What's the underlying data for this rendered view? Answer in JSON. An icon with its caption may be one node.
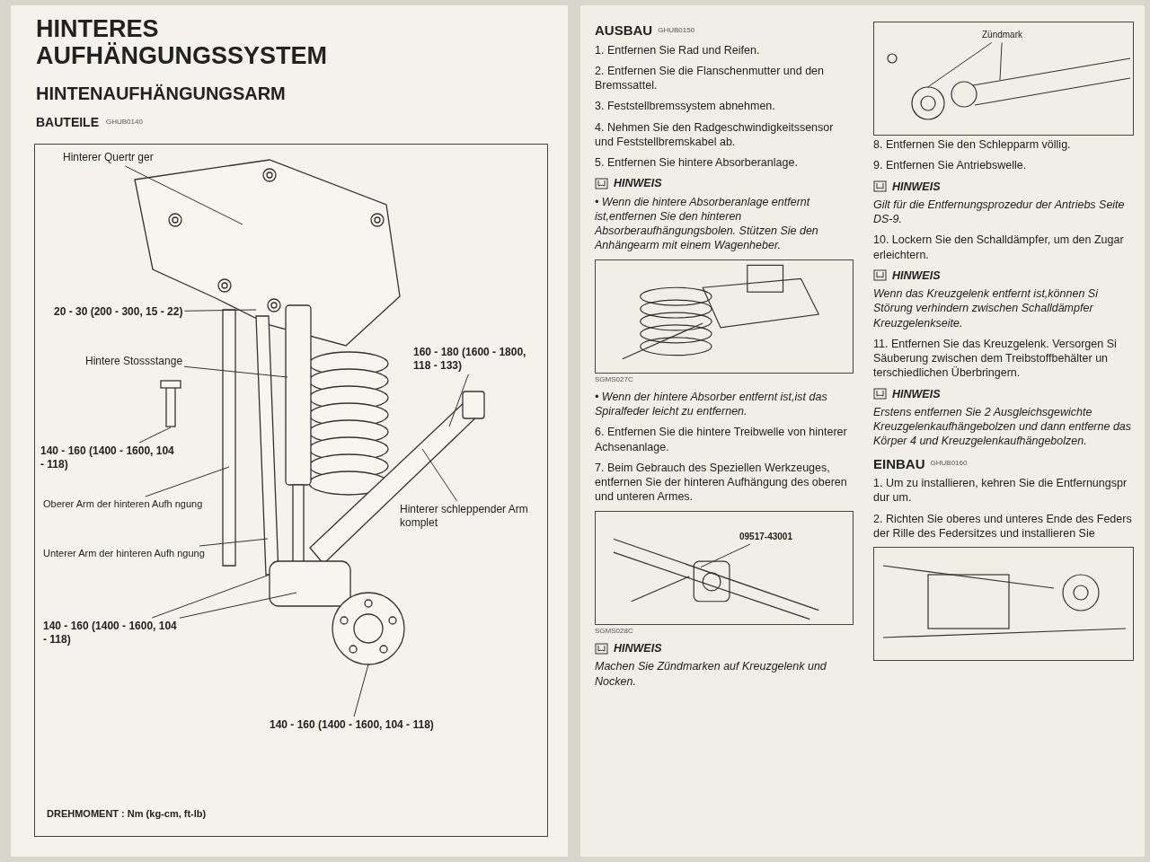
{
  "diagram": {
    "title": "HINTERES AUFHÄNGUNGSSYSTEM",
    "nodes": [
      {
        "text": [
          "Hinterer Quertr ger"
        ]
      },
      {
        "text": [
          "20 - 30 (200 - 300, 15 - 22)"
        ]
      },
      {
        "text": [
          "Hintere Stossstange"
        ]
      },
      {
        "text": [
          "140 - 160 (1400 - 1600, 104 - 118)"
        ]
      },
      {
        "text": [
          "160 - 180 (1600 - 1800, 118 - 133)"
        ]
      },
      {
        "text": [
          "Oberer Arm der hinteren Aufh ngung"
        ]
      },
      {
        "text": [
          "Unterer Arm der hinteren Aufh ngung"
        ]
      },
      {
        "text": [
          "Hinterer schleppender Arm komplet"
        ]
      },
      {
        "text": [
          "140 - 160 (1400 - 1600, 104 - 118)"
        ]
      },
      {
        "text": [
          "140 - 160 (1400 - 1600, 104 - 118)"
        ]
      },
      {
        "text": [
          "09517-43001"
        ]
      },
      {
        "text": [
          "Zündmark"
        ]
      }
    ],
    "edges": [
      {
        "from": 0,
        "to": null,
        "arrow": "none"
      },
      {
        "from": 1,
        "to": null,
        "arrow": "none"
      },
      {
        "from": 2,
        "to": null,
        "arrow": "none"
      },
      {
        "from": 3,
        "to": null,
        "arrow": "none"
      },
      {
        "from": 4,
        "to": null,
        "arrow": "none"
      },
      {
        "from": 5,
        "to": null,
        "arrow": "none"
      },
      {
        "from": 6,
        "to": null,
        "arrow": "none"
      },
      {
        "from": 7,
        "to": null,
        "arrow": "none"
      },
      {
        "from": 8,
        "to": null,
        "arrow": "none"
      },
      {
        "from": 8,
        "to": null,
        "arrow": "none"
      },
      {
        "from": 9,
        "to": null,
        "arrow": "none"
      },
      {
        "from": 10,
        "to": null,
        "arrow": "none"
      },
      {
        "from": 11,
        "to": null,
        "arrow": "none"
      },
      {
        "from": 11,
        "to": null,
        "arrow": "none"
      }
    ],
    "labels": [
      "HINTENAUFHÄNGUNGSARM",
      "BAUTEILE",
      "GHUB0140",
      "DREHMOMENT : Nm (kg-cm, ft-lb)",
      "AUSBAU",
      "GHUB0150",
      "1. Entfernen Sie Rad und Reifen.",
      "2. Entfernen Sie die Flanschenmutter und den Bremssattel.",
      "3. Feststellbremssystem abnehmen.",
      "4. Nehmen Sie den Radgeschwindigkeitssensor und Feststellbremskabel ab.",
      "5. Entfernen Sie hintere Absorberanlage.",
      "HINWEIS",
      "• Wenn die hintere Absorberanlage entfernt ist,entfernen Sie den hinteren Absorberaufhängungsbolen. Stützen Sie den Anhängearm mit einem Wagenheber.",
      "SGMS027C",
      "• Wenn der hintere Absorber entfernt ist,ist das Spiralfeder leicht zu entfernen.",
      "6. Entfernen Sie die hintere Treibwelle von hinterer Achsenanlage.",
      "7. Beim Gebrauch des Speziellen Werkzeuges, entfernen Sie der hinteren Aufhängung des oberen und unteren Armes.",
      "SGMS028C",
      "HINWEIS",
      "Machen Sie Zündmarken auf Kreuzgelenk und Nocken.",
      "8. Entfernen Sie den Schlepparm völlig.",
      "9. Entfernen Sie Antriebswelle.",
      "HINWEIS",
      "Gilt für die Entfernungsprozedur der Antriebs Seite DS-9.",
      "10. Lockern Sie den Schalldämpfer, um den Zugar erleichtern.",
      "HINWEIS",
      "Wenn das Kreuzgelenk entfernt ist,können Si Störung verhindern zwischen Schalldämpfer Kreuzgelenkseite.",
      "11. Entfernen Sie das Kreuzgelenk. Versorgen Si Säuberung zwischen dem Treibstoffbehälter un terschiedlichen Überbringern.",
      "HINWEIS",
      "Erstens entfernen Sie 2 Ausgleichsgewichte Kreuzgelenkaufhängebolzen und dann entferne das Körper 4 und Kreuzgelenkaufhängebolzen.",
      "EINBAU",
      "GHUB0160",
      "1. Um zu installieren, kehren Sie die Entfernungspr dur um.",
      "2. Richten Sie oberes und unteres Ende des Feders der Rille des Federsitzes und installieren Sie"
    ]
  }
}
